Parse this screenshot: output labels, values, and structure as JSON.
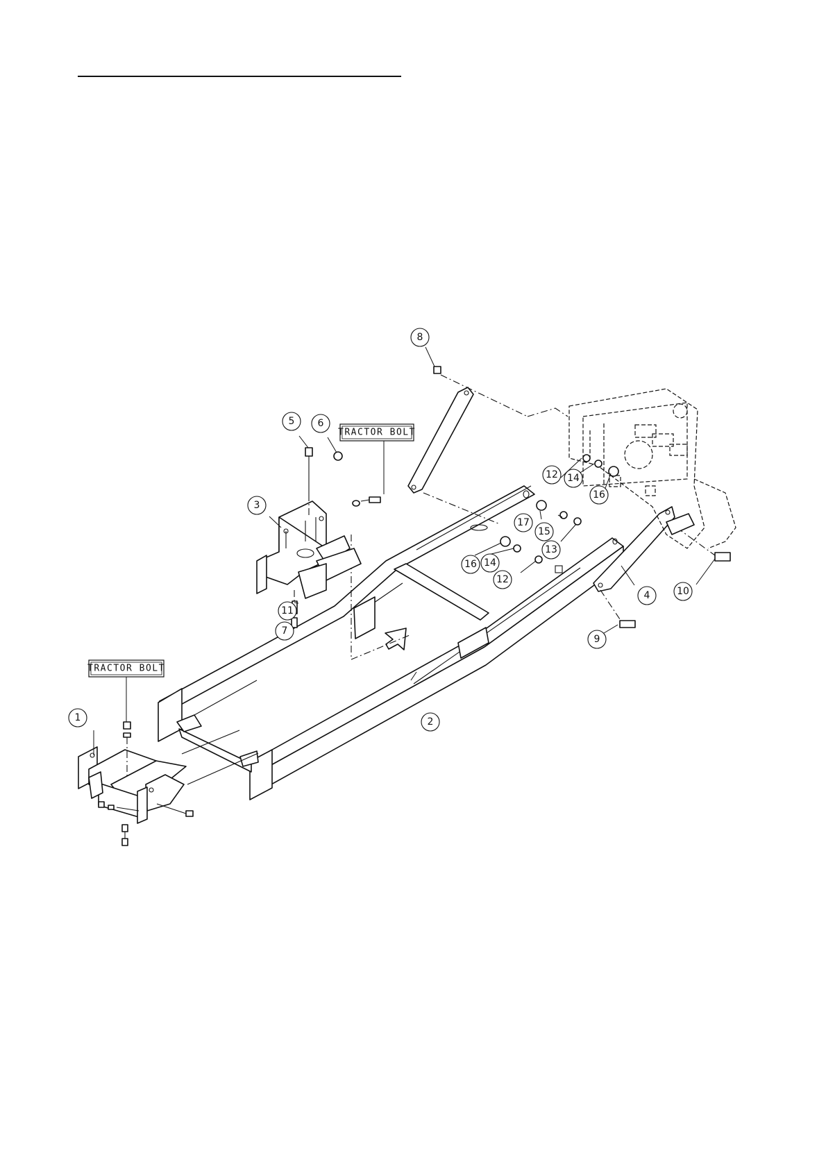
{
  "balloons": [
    {
      "id": "1",
      "label": "1"
    },
    {
      "id": "2",
      "label": "2"
    },
    {
      "id": "3",
      "label": "3"
    },
    {
      "id": "4",
      "label": "4"
    },
    {
      "id": "5",
      "label": "5"
    },
    {
      "id": "6",
      "label": "6"
    },
    {
      "id": "7",
      "label": "7"
    },
    {
      "id": "8",
      "label": "8"
    },
    {
      "id": "9",
      "label": "9"
    },
    {
      "id": "10",
      "label": "10"
    },
    {
      "id": "11",
      "label": "11"
    },
    {
      "id": "12a",
      "label": "12"
    },
    {
      "id": "12b",
      "label": "12"
    },
    {
      "id": "13",
      "label": "13"
    },
    {
      "id": "14a",
      "label": "14"
    },
    {
      "id": "14b",
      "label": "14"
    },
    {
      "id": "15",
      "label": "15"
    },
    {
      "id": "16a",
      "label": "16"
    },
    {
      "id": "16b",
      "label": "16"
    },
    {
      "id": "17",
      "label": "17"
    }
  ],
  "callouts": {
    "tractor_bolt_upper": "TRACTOR BOLT",
    "tractor_bolt_lower": "TRACTOR BOLT"
  }
}
